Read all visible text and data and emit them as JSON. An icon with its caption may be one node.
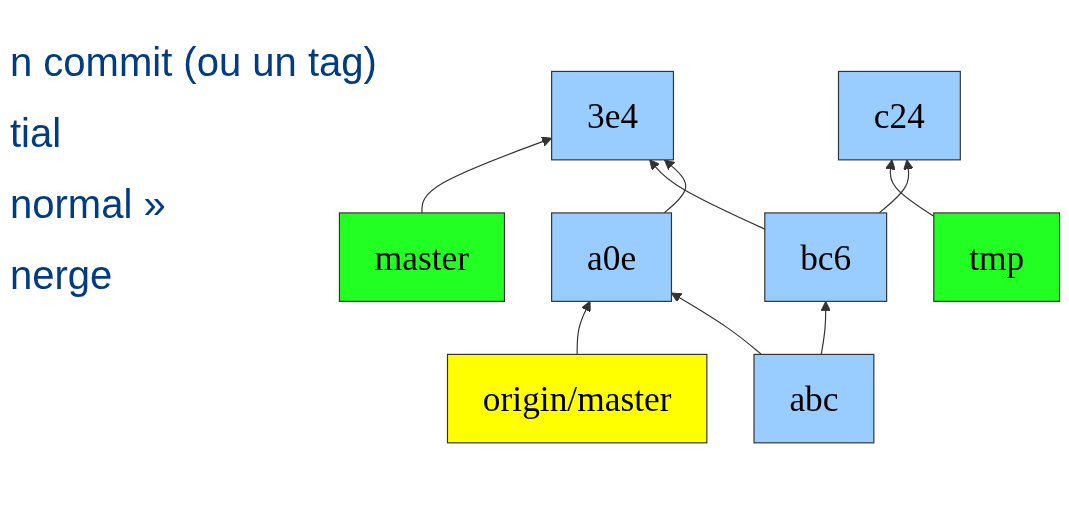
{
  "diagram": {
    "nodes": [
      {
        "text": [
          "master"
        ]
      },
      {
        "text": [
          "tmp"
        ]
      },
      {
        "text": [
          "c24"
        ]
      },
      {
        "text": [
          "3e4"
        ]
      },
      {
        "text": [
          "origin/master"
        ]
      },
      {
        "text": [
          "bc6"
        ]
      },
      {
        "text": [
          "a0e"
        ]
      },
      {
        "text": [
          "abc"
        ]
      }
    ],
    "edges": [
      {
        "from": 0,
        "to": 3,
        "arrow": "to"
      },
      {
        "from": 1,
        "to": 2,
        "arrow": "to"
      },
      {
        "from": 4,
        "to": 6,
        "arrow": "to"
      },
      {
        "from": 5,
        "to": 2,
        "arrow": "to"
      },
      {
        "from": 5,
        "to": 3,
        "arrow": "to"
      },
      {
        "from": 6,
        "to": 3,
        "arrow": "to"
      },
      {
        "from": 7,
        "to": 5,
        "arrow": "to"
      },
      {
        "from": 7,
        "to": 6,
        "arrow": "to"
      }
    ],
    "labels": [
      "n commit (ou un tag)",
      "tial",
      "normal »",
      "nerge"
    ]
  }
}
